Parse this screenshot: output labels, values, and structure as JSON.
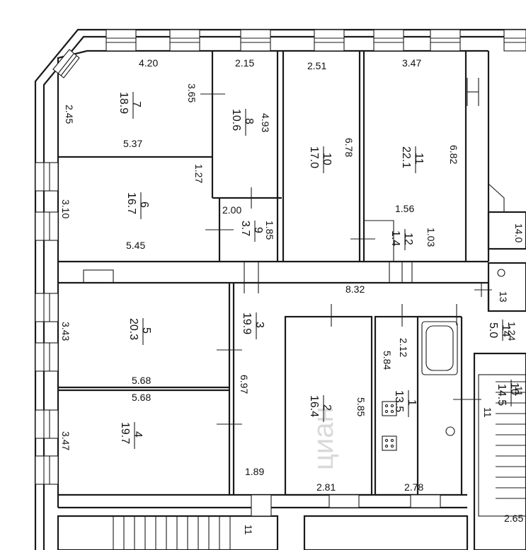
{
  "watermark": "циан",
  "rooms": [
    {
      "id": "r1",
      "number": "1",
      "area": "13.5"
    },
    {
      "id": "r2",
      "number": "2",
      "area": "16.4"
    },
    {
      "id": "r3",
      "number": "3",
      "area": "19.9"
    },
    {
      "id": "r4",
      "number": "4",
      "area": "19.7"
    },
    {
      "id": "r5",
      "number": "5",
      "area": "20.3"
    },
    {
      "id": "r6",
      "number": "6",
      "area": "16.7"
    },
    {
      "id": "r7",
      "number": "7",
      "area": "18.9"
    },
    {
      "id": "r8",
      "number": "8",
      "area": "10.6"
    },
    {
      "id": "r9",
      "number": "9",
      "area": "3.7"
    },
    {
      "id": "r10",
      "number": "10",
      "area": "17.0"
    },
    {
      "id": "r11",
      "number": "11",
      "area": "22.1"
    },
    {
      "id": "r12",
      "number": "12",
      "area": "1.4"
    },
    {
      "id": "r14",
      "number": "14",
      "area": "5.0"
    },
    {
      "id": "r10a",
      "number": "10",
      "area": "14.5"
    }
  ],
  "extra_labels": {
    "room13": "13",
    "room14_dim": "1.24",
    "right_edge_area": "14.0",
    "stair_label": "11",
    "stair_label_bottom": "11",
    "right_small": "11",
    "bottom_right_dim": "2.65"
  },
  "dimensions": {
    "d420": "4.20",
    "d215": "2.15",
    "d251": "2.51",
    "d347": "3.47",
    "d365": "3.65",
    "d493": "4.93",
    "d678": "6.78",
    "d682": "6.82",
    "d245": "2.45",
    "d537": "5.37",
    "d127": "1.27",
    "d310": "3.10",
    "d200": "2.00",
    "d185": "1.85",
    "d156": "1.56",
    "d103": "1.03",
    "d545": "5.45",
    "d832": "8.32",
    "d343": "3.43",
    "d568a": "5.68",
    "d568b": "5.68",
    "d697": "6.97",
    "d212": "2.12",
    "d584": "5.84",
    "d585": "5.85",
    "d347b": "3.47",
    "d189": "1.89",
    "d281": "2.81",
    "d278": "2.78"
  }
}
